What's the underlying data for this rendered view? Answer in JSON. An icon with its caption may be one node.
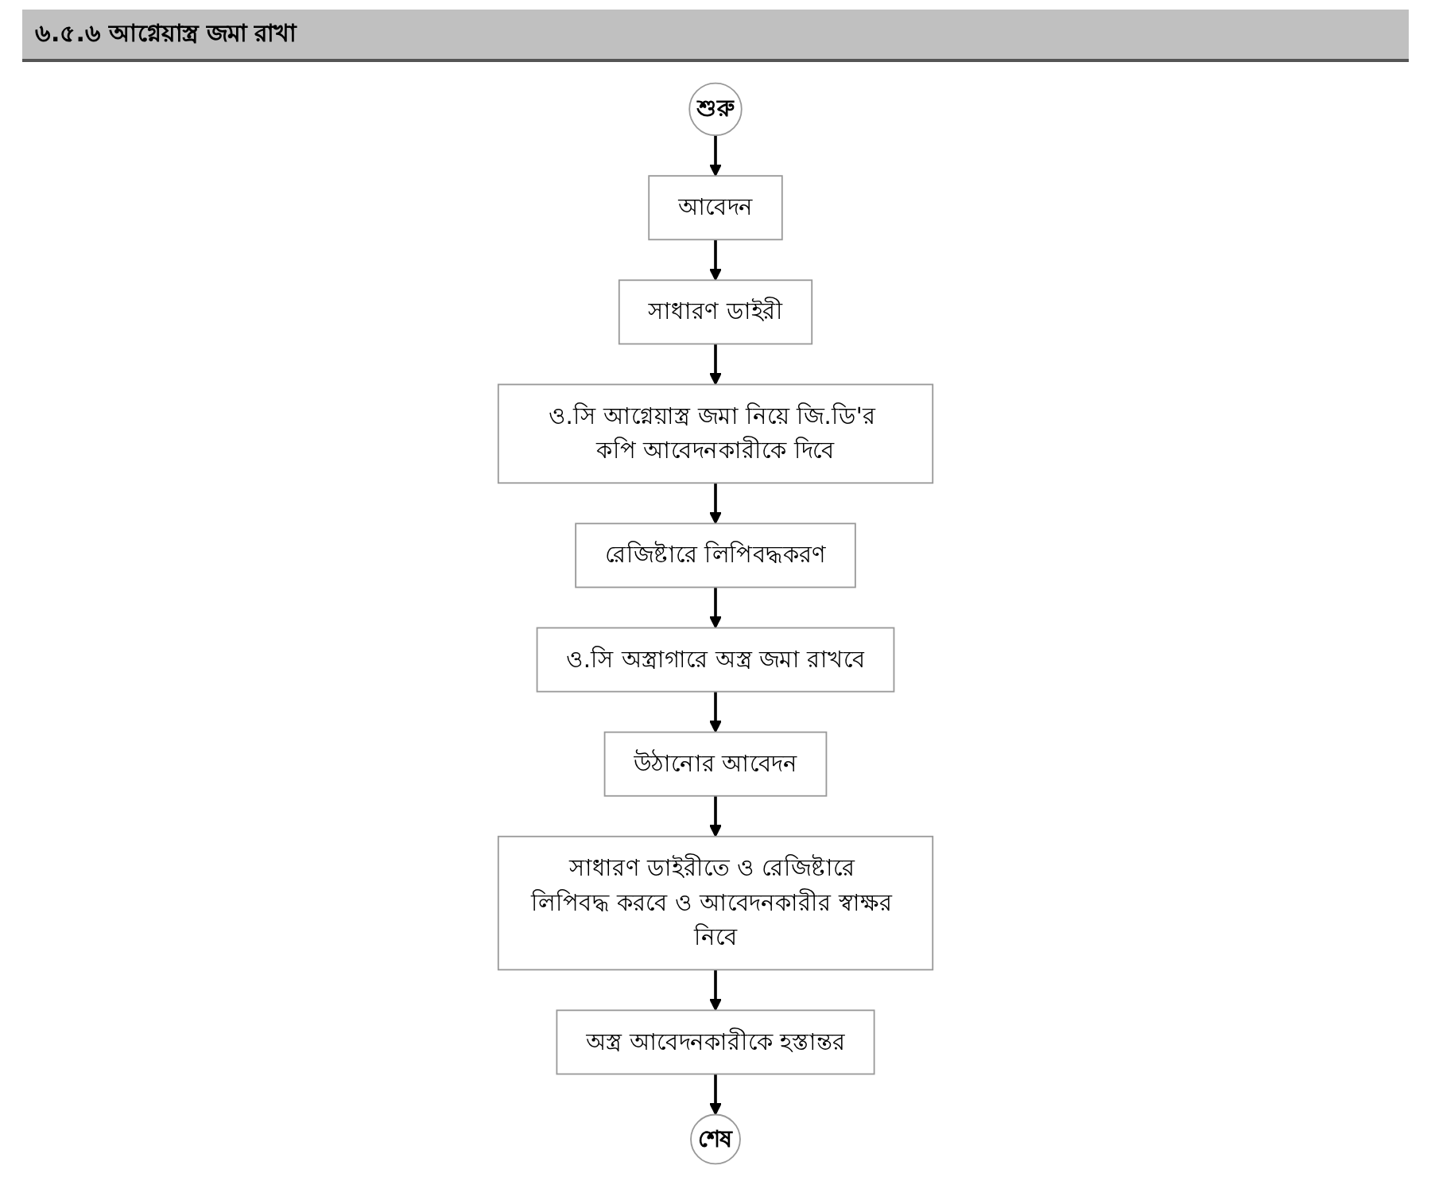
{
  "diagram": {
    "title": "৬.৫.৬ আগ্নেয়াস্ত্র জমা রাখা",
    "nodes": [
      {
        "text": [
          "শুরু"
        ]
      },
      {
        "text": [
          "আবেদন"
        ]
      },
      {
        "text": [
          "সাধারণ ডাইরী"
        ]
      },
      {
        "text": [
          "ও.সি আগ্নেয়াস্ত্র জমা নিয়ে জি.ডি'র কপি আবেদনকারীকে দিবে"
        ]
      },
      {
        "text": [
          "রেজিষ্টারে লিপিবদ্ধকরণ"
        ]
      },
      {
        "text": [
          "ও.সি অস্ত্রাগারে অস্ত্র জমা রাখবে"
        ]
      },
      {
        "text": [
          "উঠানোর আবেদন"
        ]
      },
      {
        "text": [
          "সাধারণ ডাইরীতে ও রেজিষ্টারে লিপিবদ্ধ করবে ও আবেদনকারীর স্বাক্ষর নিবে"
        ]
      },
      {
        "text": [
          "অস্ত্র আবেদনকারীকে হস্তান্তর"
        ]
      },
      {
        "text": [
          "শেষ"
        ]
      }
    ],
    "edges": [
      {
        "from": 0,
        "to": 1,
        "arrow": "to"
      },
      {
        "from": 1,
        "to": 2,
        "arrow": "to"
      },
      {
        "from": 2,
        "to": 3,
        "arrow": "to"
      },
      {
        "from": 3,
        "to": 4,
        "arrow": "to"
      },
      {
        "from": 4,
        "to": 5,
        "arrow": "to"
      },
      {
        "from": 5,
        "to": 6,
        "arrow": "to"
      },
      {
        "from": 6,
        "to": 7,
        "arrow": "to"
      },
      {
        "from": 7,
        "to": 8,
        "arrow": "to"
      },
      {
        "from": 8,
        "to": 9,
        "arrow": "to"
      }
    ]
  }
}
